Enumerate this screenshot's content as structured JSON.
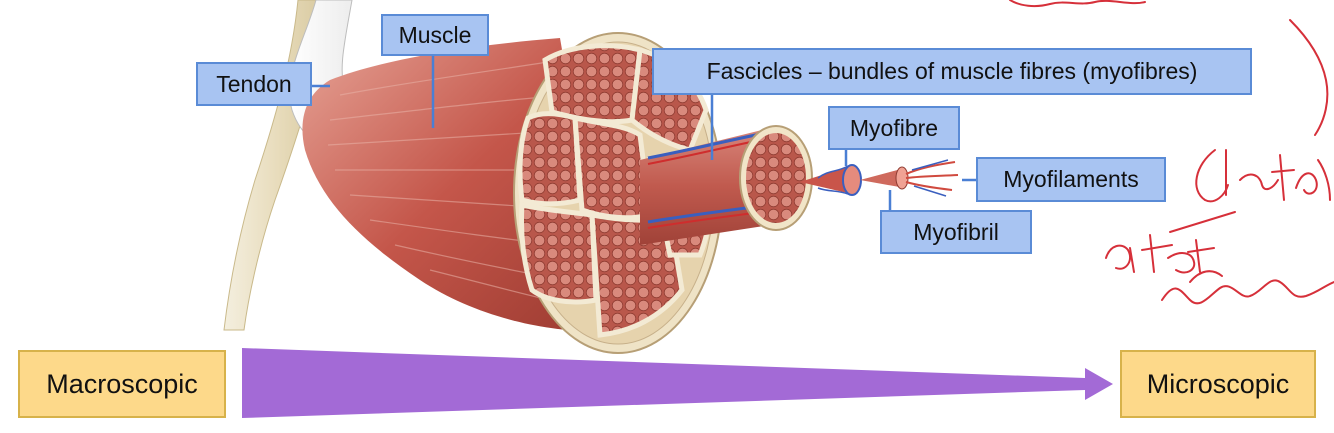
{
  "labels": {
    "tendon": "Tendon",
    "muscle": "Muscle",
    "fascicles": "Fascicles – bundles of muscle fibres (myofibres)",
    "myofibre": "Myofibre",
    "myofilaments": "Myofilaments",
    "myofibril": "Myofibril"
  },
  "scale": {
    "start": "Macroscopic",
    "end": "Microscopic"
  },
  "annotations": {
    "color": "#d6303a",
    "handwriting_1": "Chstonto",
    "handwriting_2": "affect",
    "handwriting_3": "function"
  },
  "colors": {
    "label_fill": "#a8c4f2",
    "label_border": "#5a8bd6",
    "scale_fill": "#fdd98a",
    "scale_border": "#d7b24a",
    "arrow": "#a36ad6",
    "muscle": "#c4564a"
  }
}
